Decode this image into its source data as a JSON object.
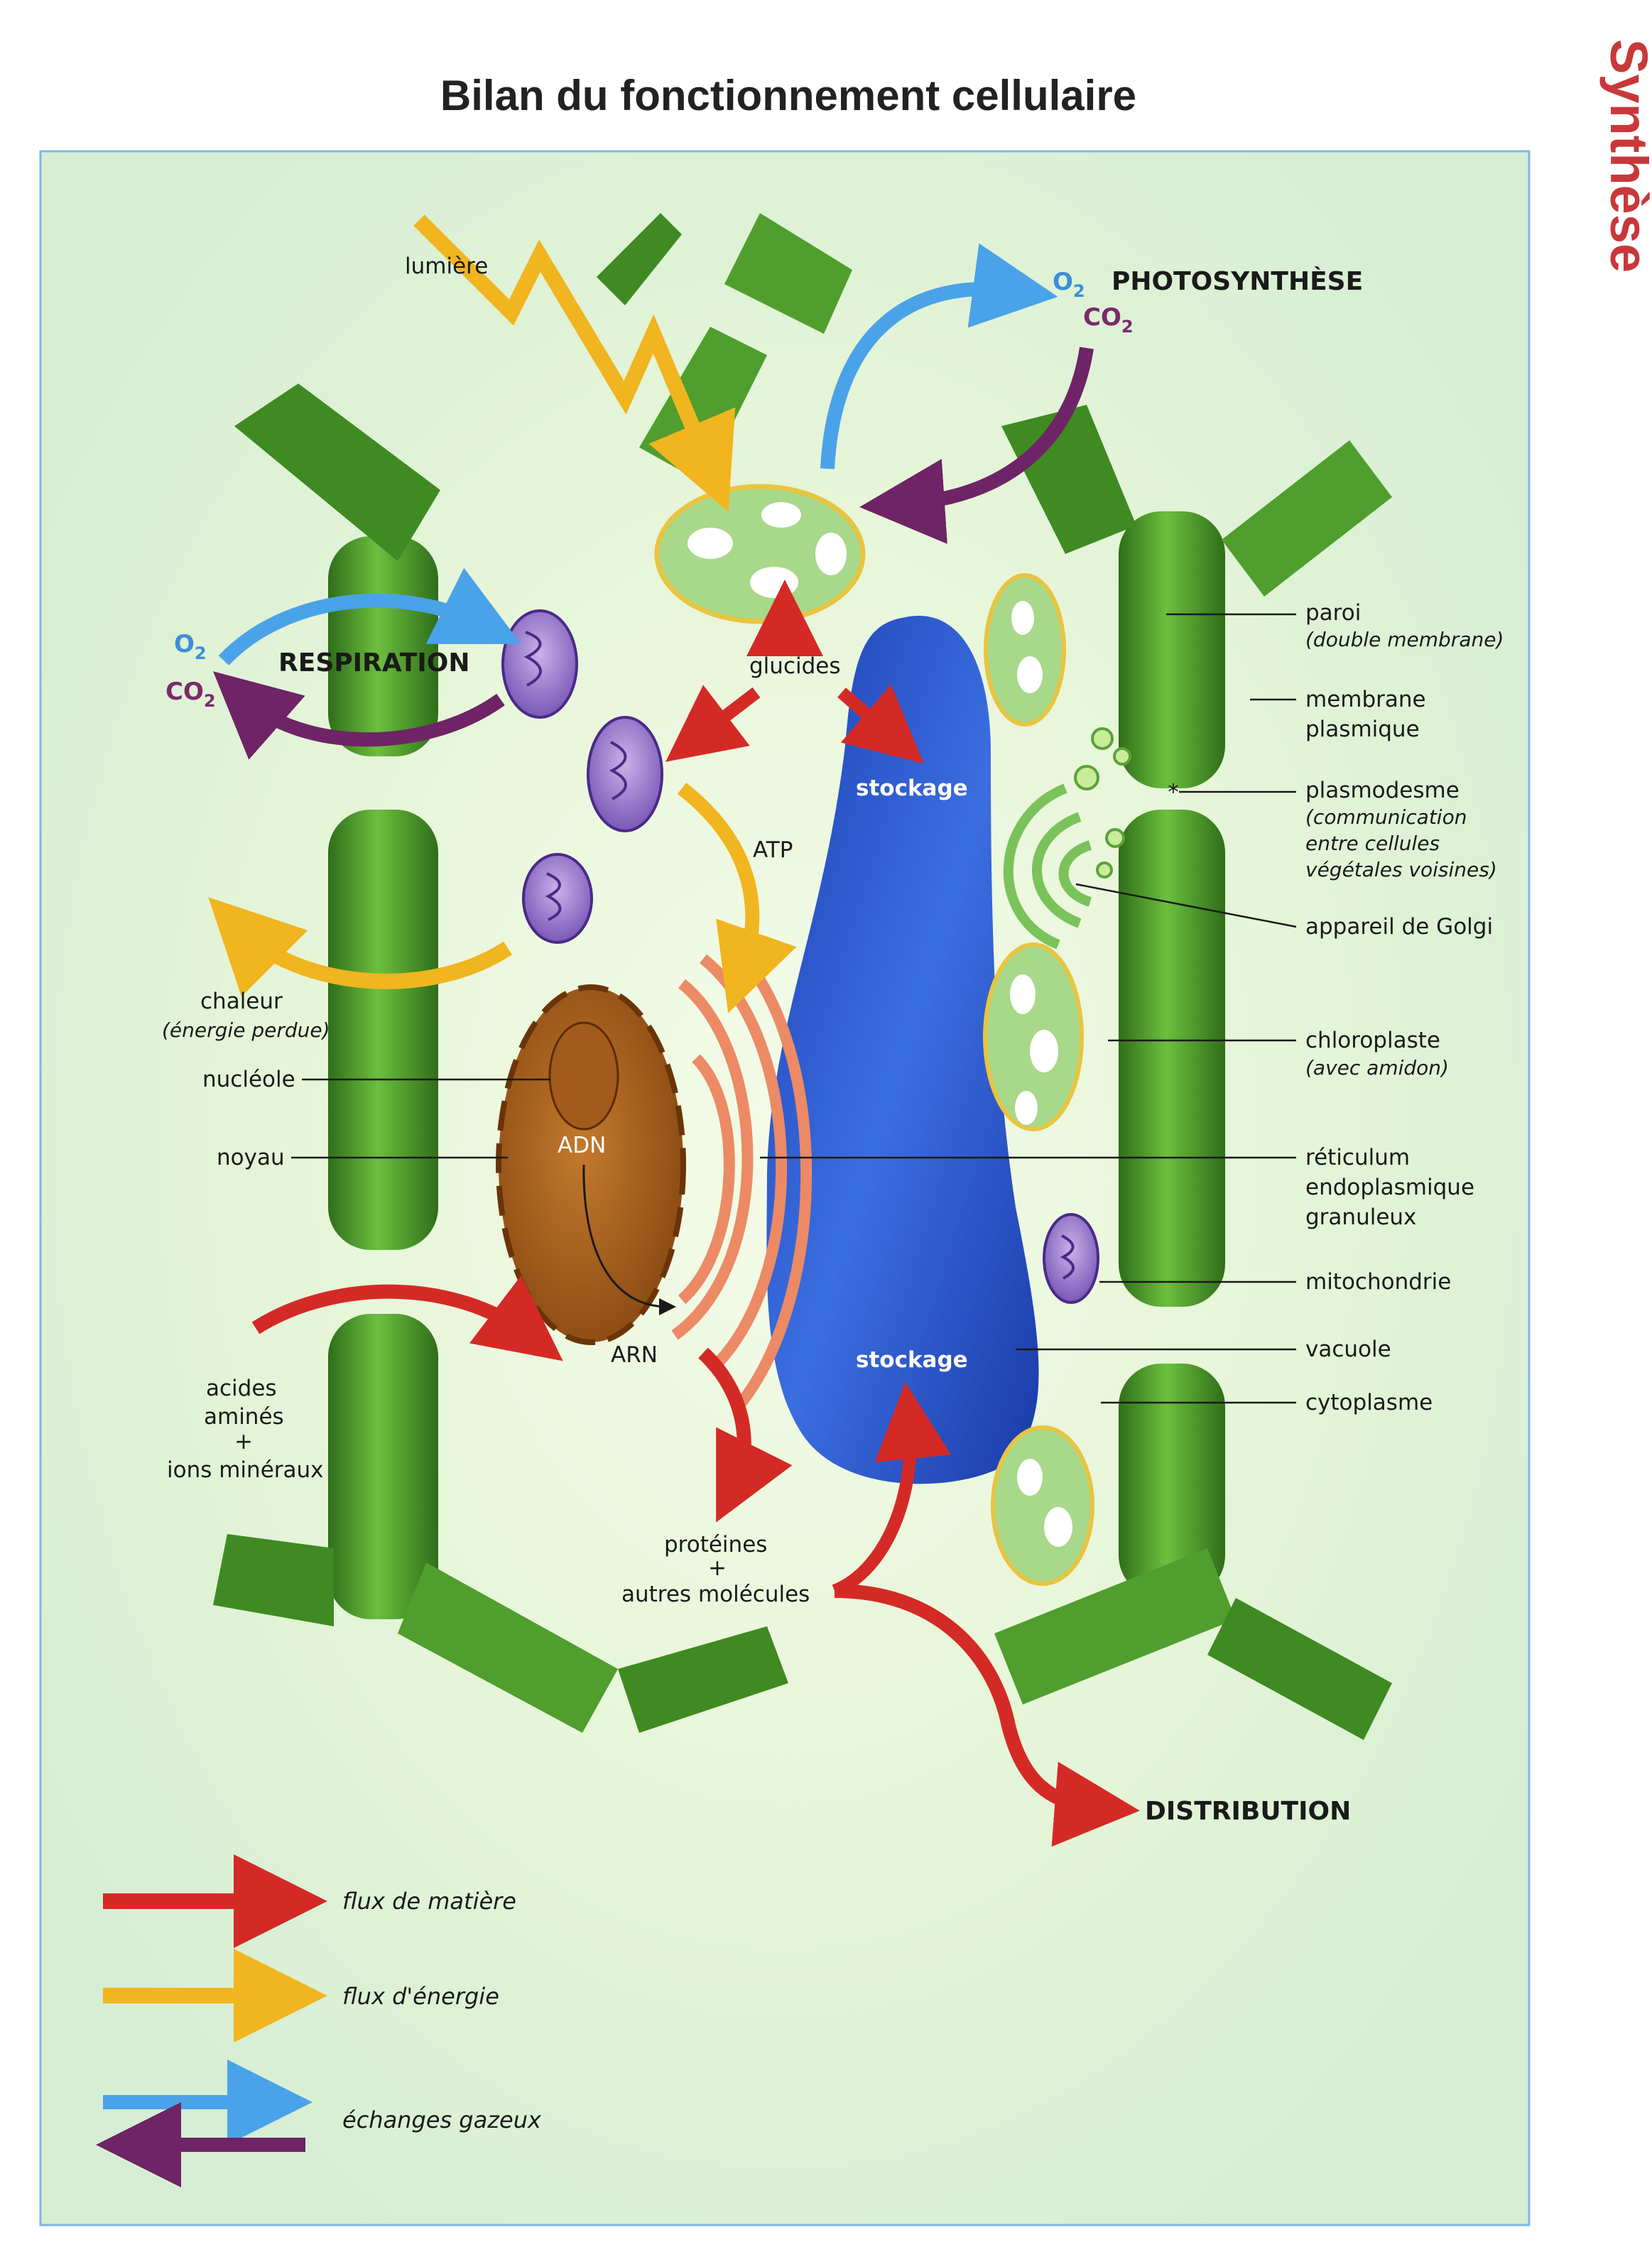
{
  "title": "Bilan du fonctionnement cellulaire",
  "side_title": "Synthèse",
  "processes": {
    "photosynthesis": "PHOTOSYNTHÈSE",
    "respiration": "RESPIRATION",
    "distribution": "DISTRIBUTION"
  },
  "gases": {
    "o2_letter": "O",
    "co2_letters": "CO",
    "subscript": "2"
  },
  "flow_labels": {
    "light": "lumière",
    "sugars": "glucides",
    "atp": "ATP",
    "heat": "chaleur",
    "heat_note": "(énergie perdue)",
    "dna": "ADN",
    "rna": "ARN",
    "storage_top": "stockage",
    "storage_bottom": "stockage",
    "amino_acids_line1": "acides",
    "amino_acids_line2": "aminés",
    "plus": "+",
    "minerals": "ions minéraux",
    "proteins": "protéines",
    "other_molecules": "autres molécules"
  },
  "left_labels": {
    "nucleolus": "nucléole",
    "nucleus": "noyau"
  },
  "right_labels": {
    "wall": "paroi",
    "wall_note": "(double membrane)",
    "membrane_line1": "membrane",
    "membrane_line2": "plasmique",
    "plasmodesma": "plasmodesme",
    "plasmodesma_note1": "(communication",
    "plasmodesma_note2": "entre cellules",
    "plasmodesma_note3": "végétales voisines)",
    "golgi": "appareil de Golgi",
    "chloroplast": "chloroplaste",
    "chloroplast_note": "(avec amidon)",
    "er_line1": "réticulum",
    "er_line2": "endoplasmique",
    "er_line3": "granuleux",
    "mitochondria": "mitochondrie",
    "vacuole": "vacuole",
    "cytoplasm": "cytoplasme"
  },
  "legend": [
    {
      "label": "flux de matière",
      "color": "#d42a26"
    },
    {
      "label": "flux d'énergie",
      "color": "#f0b51f"
    },
    {
      "label": "échanges gazeux",
      "color": "#4aa2e8",
      "color2": "#6e2466"
    }
  ],
  "colors": {
    "wall": "#4e9a2c",
    "vacuole": "#2a55c8",
    "matter_flow": "#d42a26",
    "energy_flow": "#f0b51f",
    "o2": "#3b8fd8",
    "co2": "#7a2a6a"
  }
}
